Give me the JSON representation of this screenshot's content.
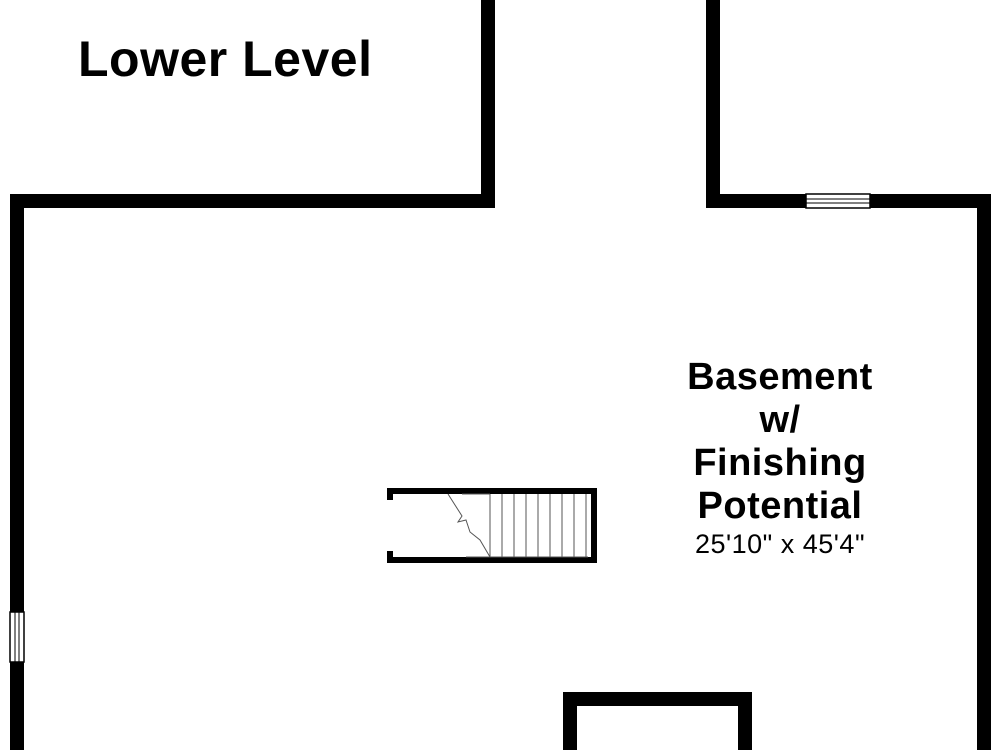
{
  "floor_plan": {
    "level_title": "Lower Level",
    "rooms": [
      {
        "name_lines": [
          "Basement",
          "w/",
          "Finishing",
          "Potential"
        ],
        "dimensions": "25'10\" x 45'4\""
      }
    ],
    "colors": {
      "walls": "#000000",
      "background": "#ffffff"
    }
  }
}
